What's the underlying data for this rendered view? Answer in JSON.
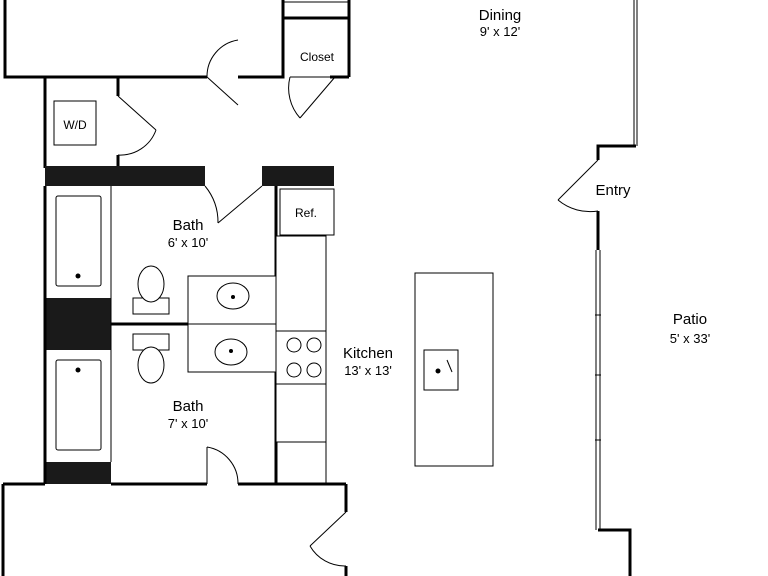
{
  "rooms": {
    "dining": {
      "name": "Dining",
      "size": "9' x 12'"
    },
    "closet": {
      "name": "Closet"
    },
    "laundry": {
      "name": "W/D"
    },
    "entry": {
      "name": "Entry"
    },
    "bath_upper": {
      "name": "Bath",
      "size": "6' x 10'"
    },
    "bath_lower": {
      "name": "Bath",
      "size": "7' x 10'"
    },
    "refrigerator": {
      "name": "Ref."
    },
    "kitchen": {
      "name": "Kitchen",
      "size": "13' x 13'"
    },
    "patio": {
      "name": "Patio",
      "size": "5' x 33'"
    }
  }
}
